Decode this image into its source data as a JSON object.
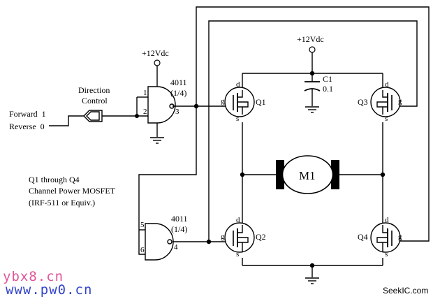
{
  "labels": {
    "vcc_gate": "+12Vdc",
    "vcc_bridge": "+12Vdc",
    "direction_control_line1": "Direction",
    "direction_control_line2": "Control",
    "forward": "Forward  1",
    "reverse": "Reverse  0",
    "gate1_part": "4011",
    "gate1_fraction": "(1/4)",
    "gate2_part": "4011",
    "gate2_fraction": "(1/4)",
    "note_line1": "Q1 through Q4",
    "note_line2": "Channel Power MOSFET",
    "note_line3": "(IRF-511 or Equiv.)",
    "c1_name": "C1",
    "c1_value": "0.1",
    "motor": "M1"
  },
  "transistors": {
    "q1": {
      "name": "Q1",
      "d": "d",
      "g": "g",
      "s": "s"
    },
    "q2": {
      "name": "Q2",
      "d": "d",
      "g": "g",
      "s": "s"
    },
    "q3": {
      "name": "Q3",
      "d": "d",
      "g": "g",
      "s": "s"
    },
    "q4": {
      "name": "Q4",
      "d": "d",
      "g": "g",
      "s": "s"
    }
  },
  "pins": {
    "p1": "1",
    "p2": "2",
    "p3": "3",
    "p4": "4",
    "p5": "5",
    "p6": "6"
  },
  "watermarks": {
    "line1": "ybx8.cn",
    "line2": "www.pw0.cn",
    "seekic": "SeekIC.com"
  }
}
